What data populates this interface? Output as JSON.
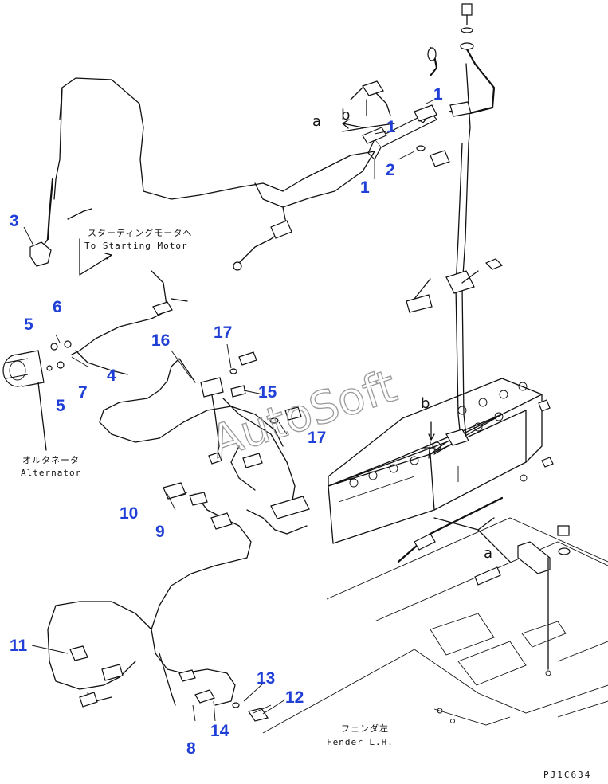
{
  "callouts": {
    "c1a": "1",
    "c1b": "1",
    "c1c": "1",
    "c2": "2",
    "c3": "3",
    "c4": "4",
    "c5a": "5",
    "c5b": "5",
    "c6": "6",
    "c7": "7",
    "c8": "8",
    "c9": "9",
    "c10": "10",
    "c11": "11",
    "c12": "12",
    "c13": "13",
    "c14": "14",
    "c15": "15",
    "c16": "16",
    "c17a": "17",
    "c17b": "17"
  },
  "labels": {
    "starting_motor_jp": "スターティングモータへ",
    "starting_motor_en": "To Starting Motor",
    "alternator_jp": "オルタネータ",
    "alternator_en": "Alternator",
    "fender_jp": "フェンダ左",
    "fender_en": "Fender L.H."
  },
  "refs": {
    "a_top": "a",
    "b_top": "b",
    "b_batt": "b",
    "a_bottom": "a"
  },
  "drawing_code": "PJ1C634",
  "watermark": "AutoSoft"
}
